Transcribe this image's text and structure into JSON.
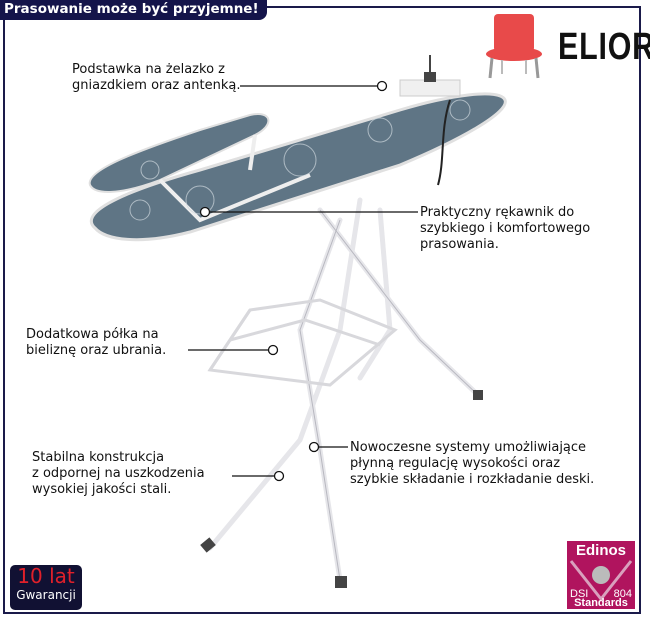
{
  "header": {
    "title": "Prasowanie może być przyjemne!"
  },
  "brand": {
    "name": "ELIOR"
  },
  "callouts": [
    {
      "lines": [
        "Podstawka na żelazko z",
        "gniazdkiem oraz antenką."
      ]
    },
    {
      "lines": [
        "Praktyczny rękawnik do",
        "szybkiego i komfortowego",
        "prasowania."
      ]
    },
    {
      "lines": [
        "Dodatkowa półka na",
        "bieliznę oraz ubrania."
      ]
    },
    {
      "lines": [
        "Stabilna konstrukcja",
        "z odpornej na uszkodzenia",
        "wysokiej jakości stali."
      ]
    },
    {
      "lines": [
        "Nowoczesne systemy umożliwiające",
        "płynną regulację wysokości oraz",
        "szybkie składanie i rozkładanie deski."
      ]
    }
  ],
  "warranty": {
    "years": "10 lat",
    "label": "Gwarancji"
  },
  "certification": {
    "name": "Edinos",
    "left": "DSI",
    "right": "804",
    "bottom": "Standards"
  },
  "colors": {
    "title_bg": "#14144a",
    "board": "#5f7585",
    "badge": "#b0145e",
    "chair": "#e84a4a"
  }
}
